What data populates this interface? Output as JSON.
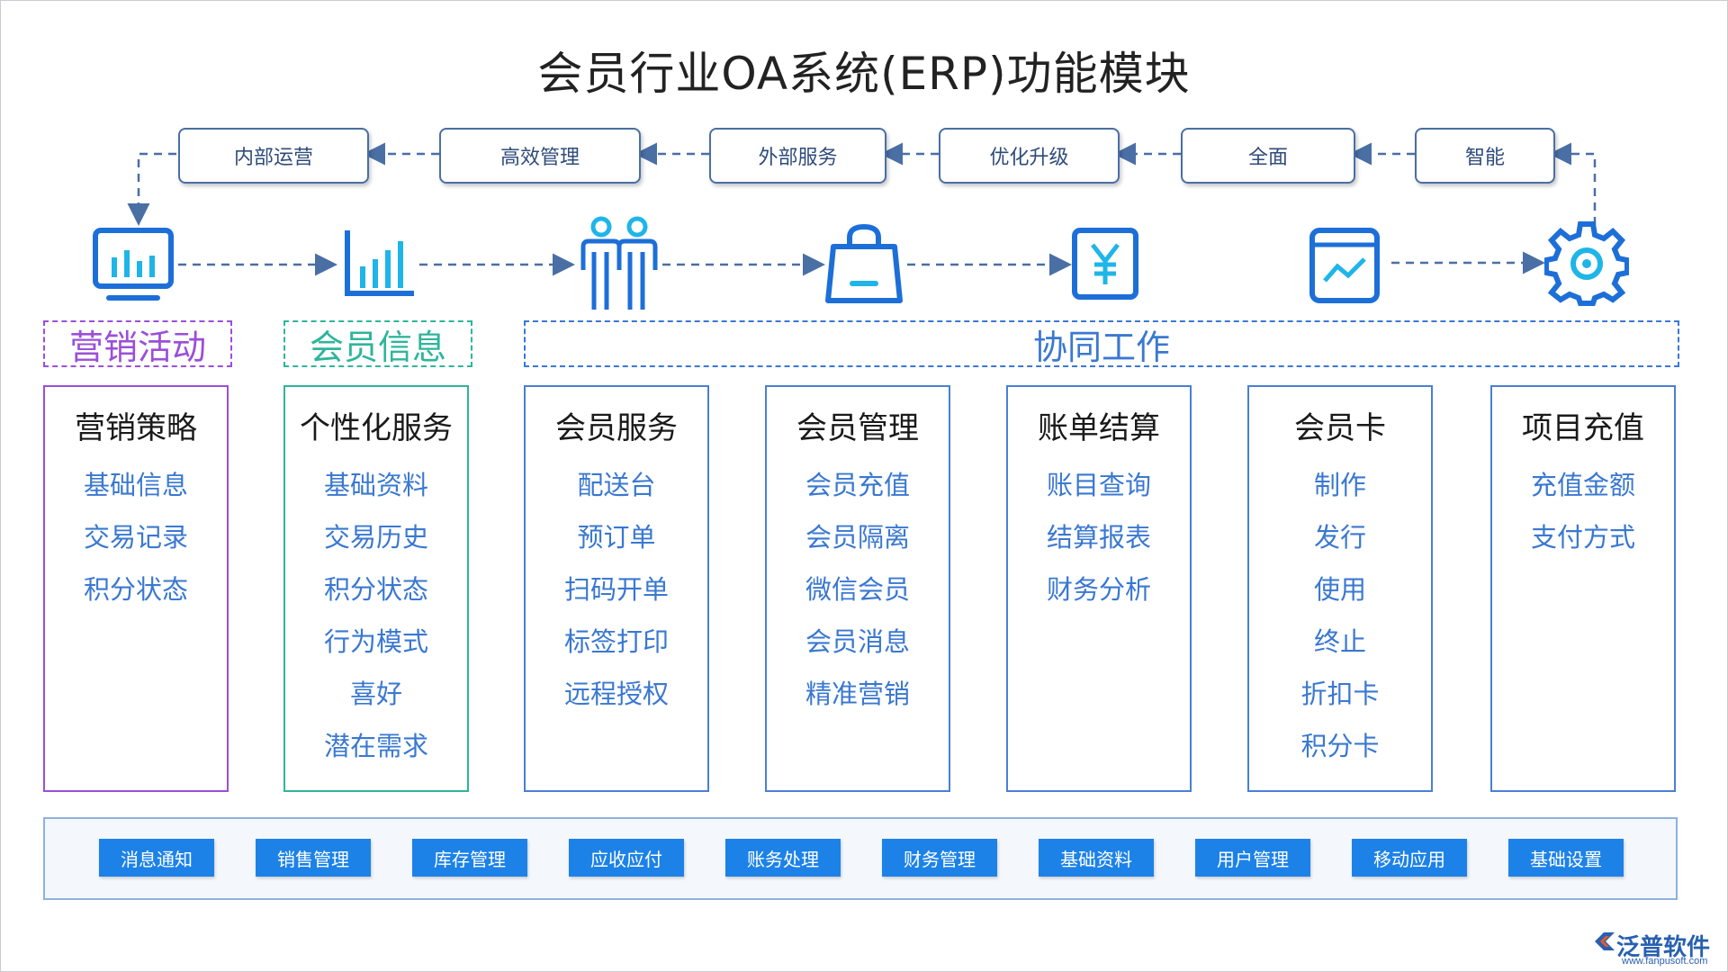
{
  "title": "会员行业OA系统(ERP)功能模块",
  "top_flow": [
    "内部运营",
    "高效管理",
    "外部服务",
    "优化升级",
    "全面",
    "智能"
  ],
  "icons": [
    "monitor-chart-icon",
    "bar-chart-icon",
    "people-icon",
    "shopping-bag-icon",
    "yen-icon",
    "trend-window-icon",
    "gear-icon"
  ],
  "categories": {
    "marketing": "营销活动",
    "member_info": "会员信息",
    "collaboration": "协同工作"
  },
  "columns": [
    {
      "header": "营销策略",
      "items": [
        "基础信息",
        "交易记录",
        "积分状态"
      ]
    },
    {
      "header": "个性化服务",
      "items": [
        "基础资料",
        "交易历史",
        "积分状态",
        "行为模式",
        "喜好",
        "潜在需求"
      ]
    },
    {
      "header": "会员服务",
      "items": [
        "配送台",
        "预订单",
        "扫码开单",
        "标签打印",
        "远程授权"
      ]
    },
    {
      "header": "会员管理",
      "items": [
        "会员充值",
        "会员隔离",
        "微信会员",
        "会员消息",
        "精准营销"
      ]
    },
    {
      "header": "账单结算",
      "items": [
        "账目查询",
        "结算报表",
        "财务分析"
      ]
    },
    {
      "header": "会员卡",
      "items": [
        "制作",
        "发行",
        "使用",
        "终止",
        "折扣卡",
        "积分卡"
      ]
    },
    {
      "header": "项目充值",
      "items": [
        "充值金额",
        "支付方式"
      ]
    }
  ],
  "bottom_modules": [
    "消息通知",
    "销售管理",
    "库存管理",
    "应收应付",
    "账务处理",
    "财务管理",
    "基础资料",
    "用户管理",
    "移动应用",
    "基础设置"
  ],
  "logo": {
    "name": "泛普软件",
    "url": "www.fanpusoft.com"
  },
  "colors": {
    "blue": "#3a78d1",
    "purple": "#9b4fd8",
    "teal": "#2fb59b",
    "button": "#1d82e8",
    "pill_border": "#4a6fa5"
  }
}
